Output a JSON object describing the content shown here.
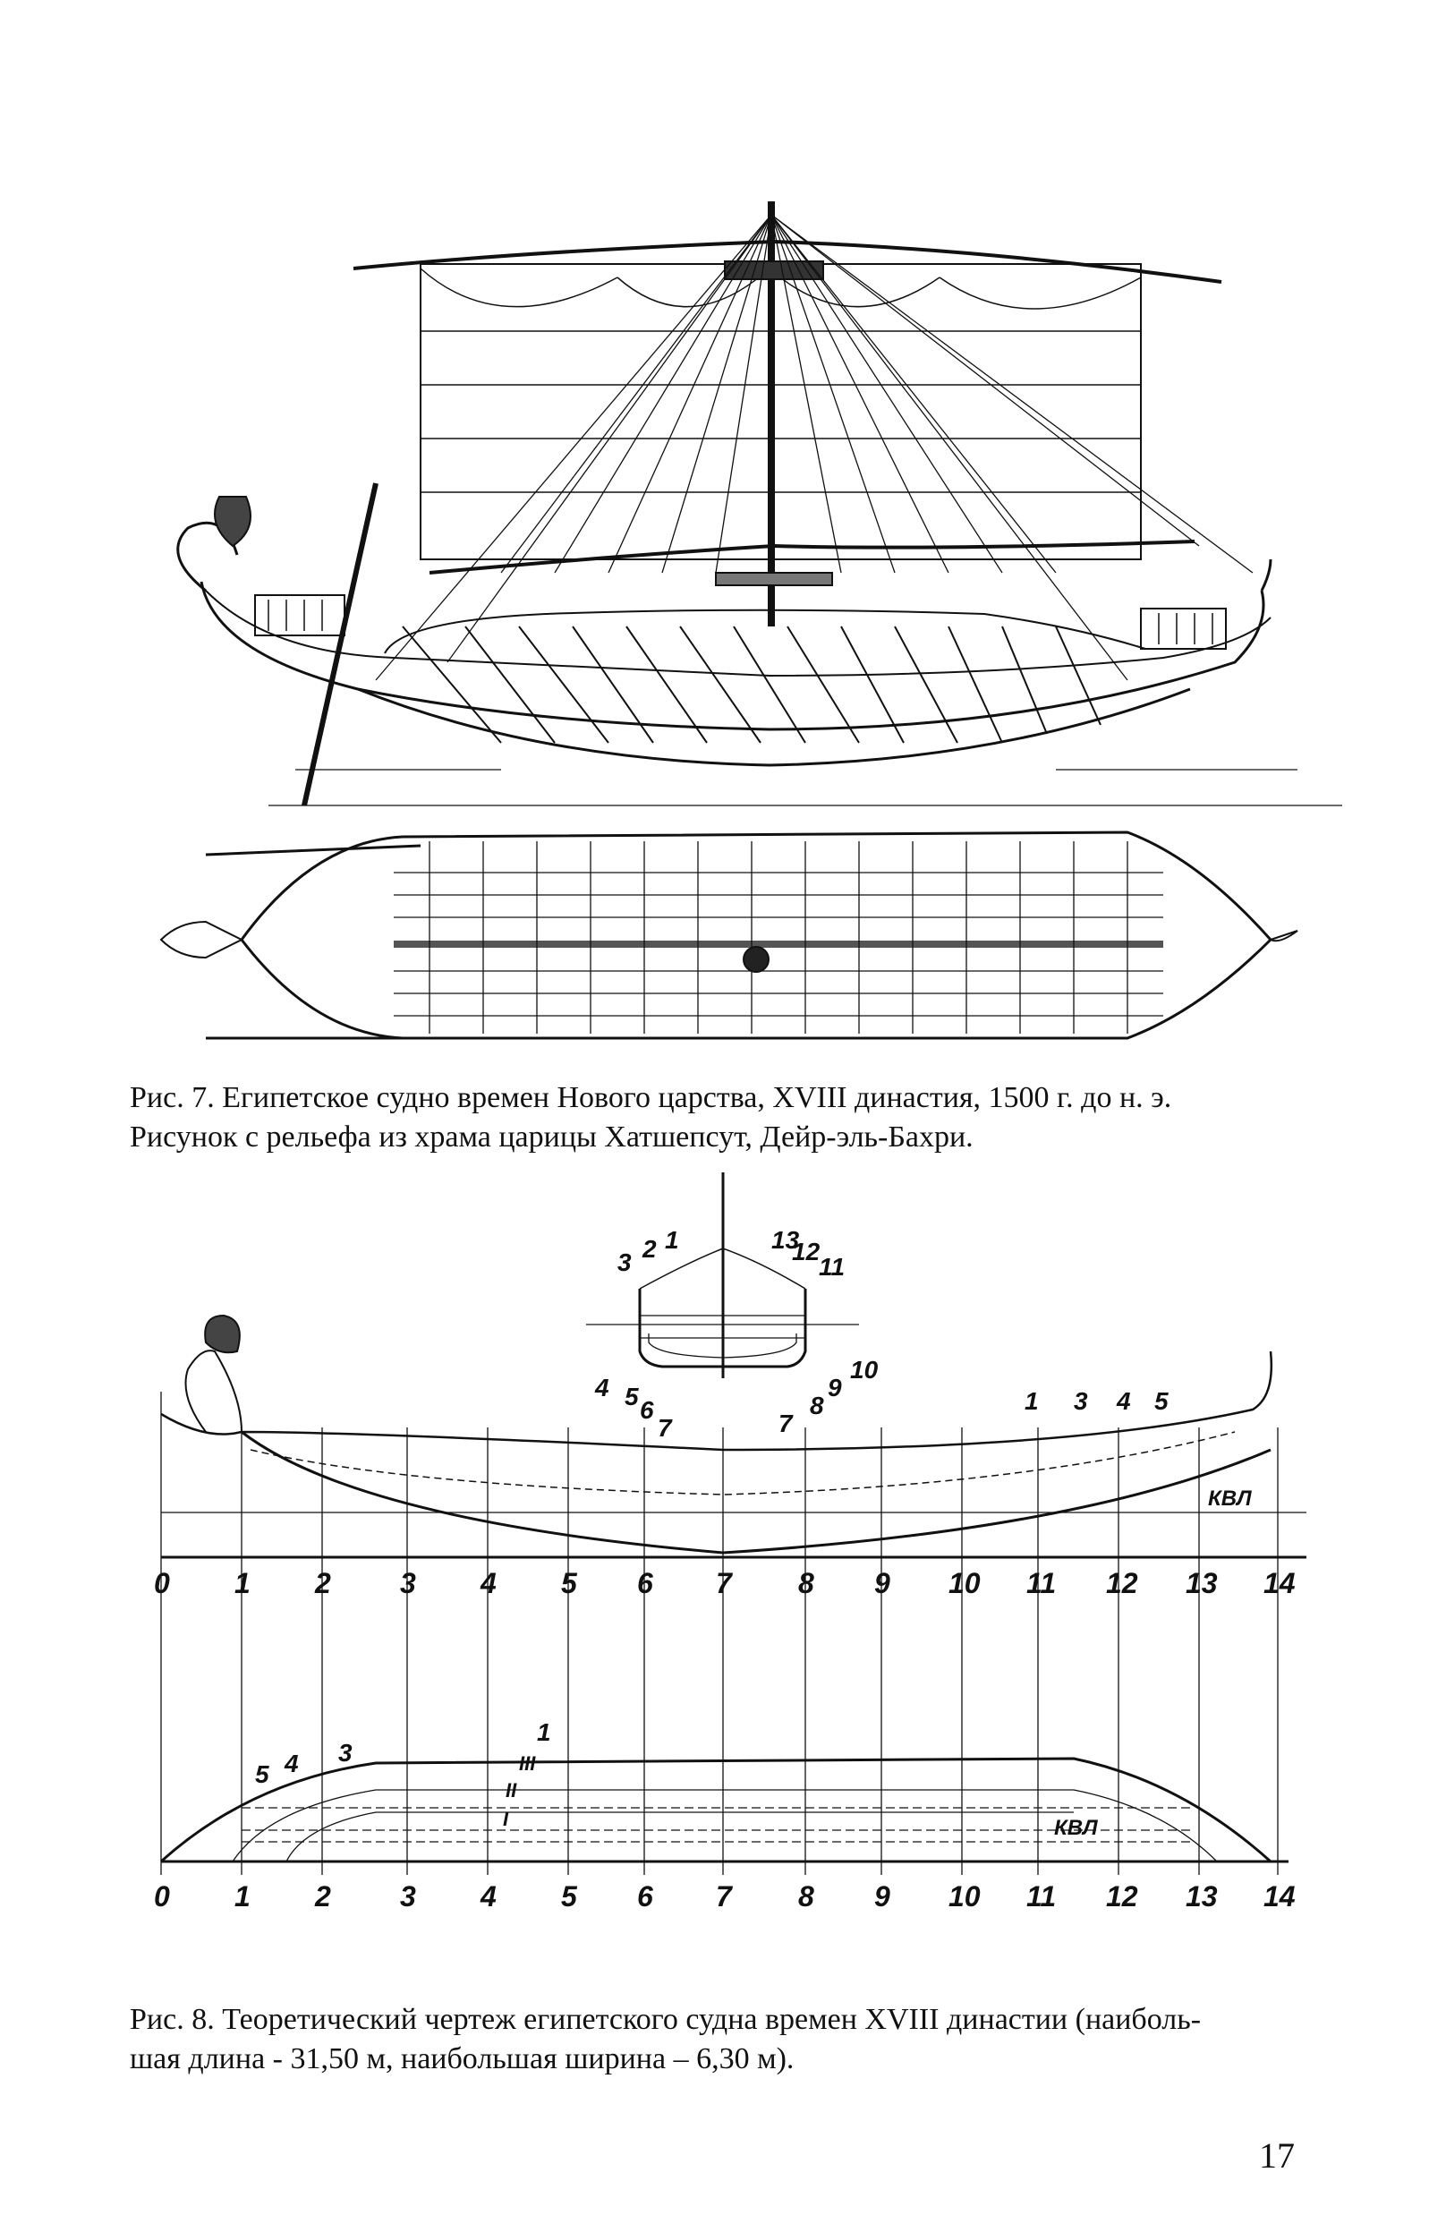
{
  "figure7": {
    "caption_line1": "Рис. 7. Египетское судно времен Нового царства, XVIII династия, 1500 г. до н. э.",
    "caption_line2": "Рисунок с рельефа из храма царицы Хатшепсут, Дейр-эль-Бахри."
  },
  "figure8": {
    "caption_line1": "Рис. 8. Теоретический чертеж египетского судна времен XVIII династии (наиболь-",
    "caption_line2": "шая длина - 31,50 м, наибольшая ширина – 6,30 м).",
    "section_labels_left": [
      "3",
      "2",
      "1",
      "4",
      "5",
      "6",
      "7"
    ],
    "section_labels_right": [
      "13",
      "12",
      "11",
      "10",
      "9",
      "8",
      "7"
    ],
    "profile_labels": [
      "1",
      "3",
      "4",
      "5"
    ],
    "waterline_label": "КВЛ",
    "station_numbers": [
      "0",
      "1",
      "2",
      "3",
      "4",
      "5",
      "6",
      "7",
      "8",
      "9",
      "10",
      "11",
      "12",
      "13",
      "14"
    ],
    "plan_labels": [
      "1",
      "3",
      "4",
      "5"
    ],
    "plan_roman": [
      "III",
      "II",
      "I"
    ],
    "plan_waterline_label": "КВЛ"
  },
  "page_number": "17"
}
